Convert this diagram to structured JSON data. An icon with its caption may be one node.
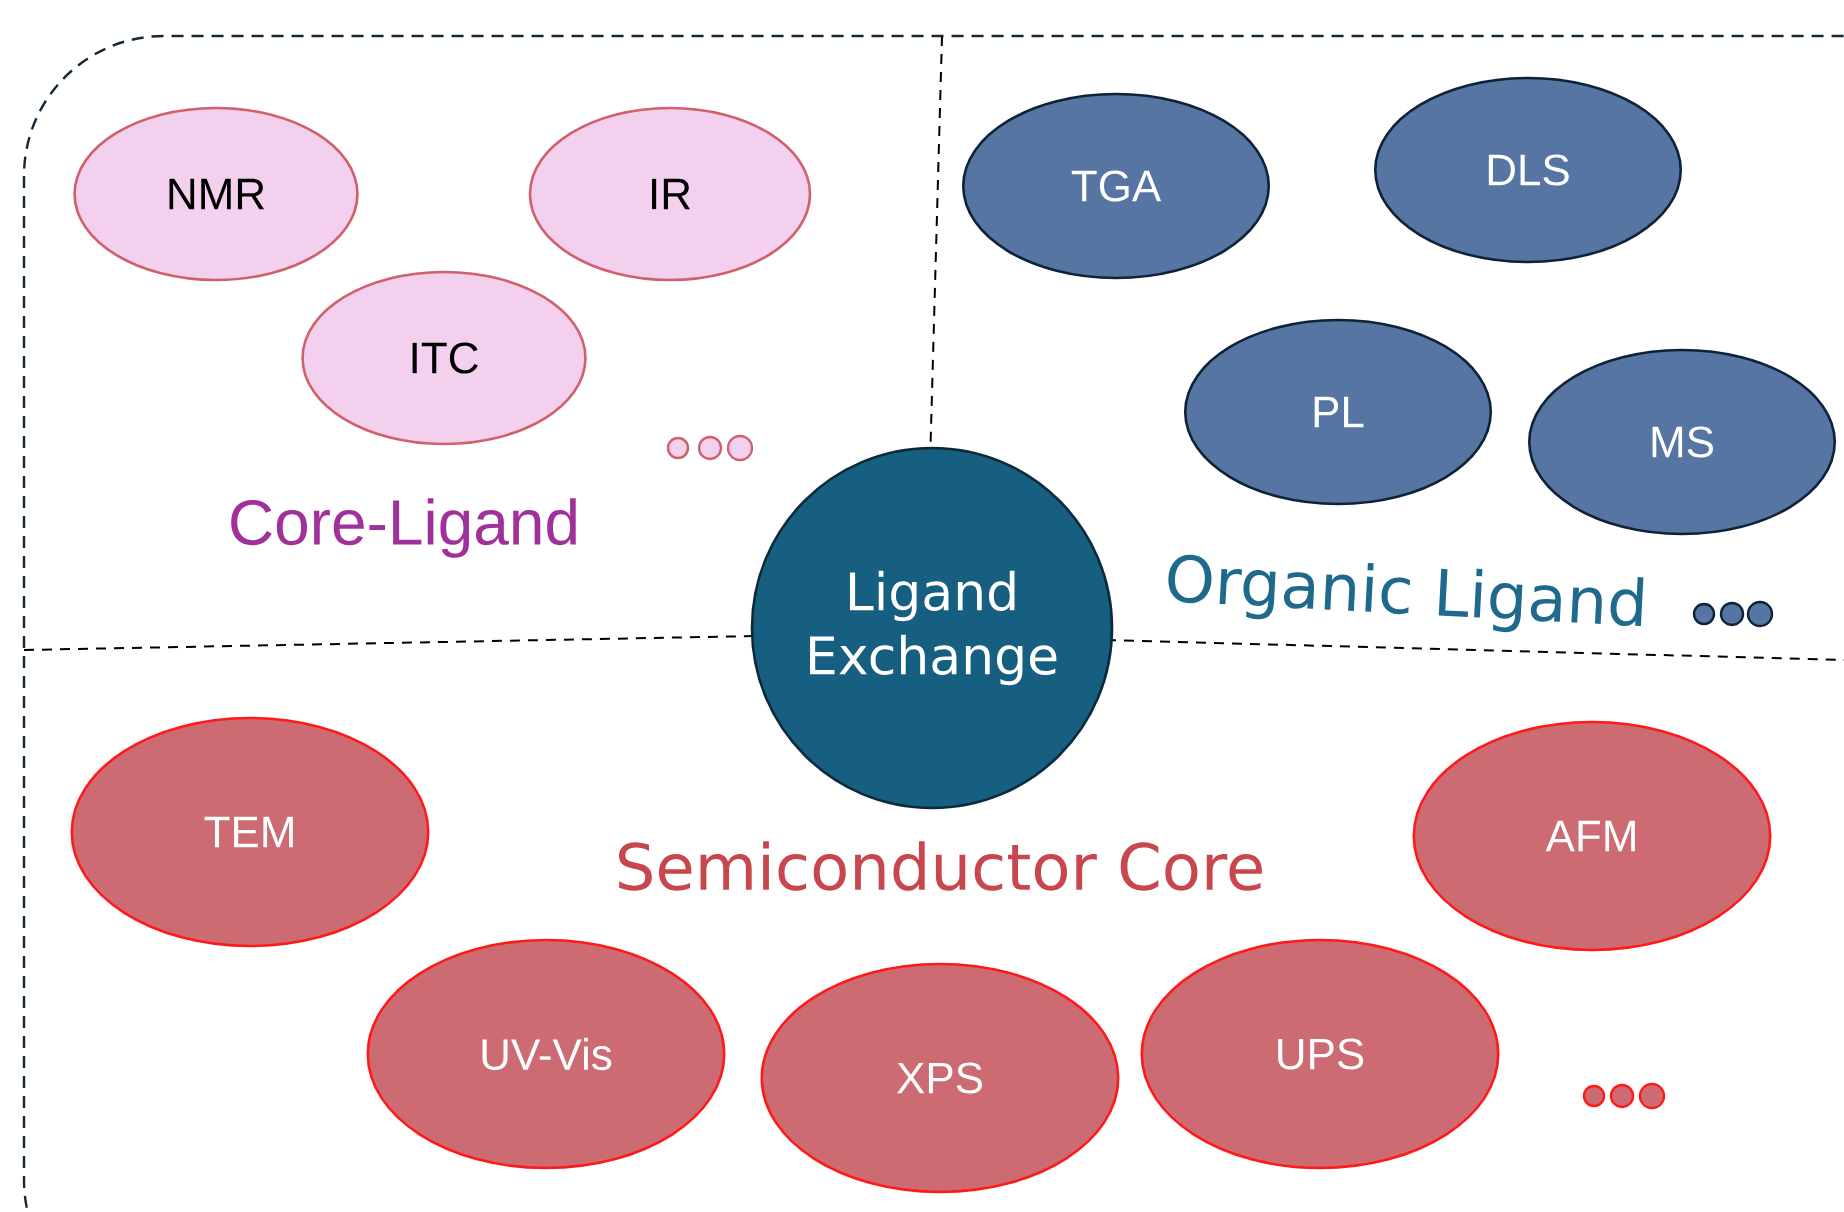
{
  "diagram": {
    "nodes": [
      {
        "text": [
          "NMR"
        ]
      },
      {
        "text": [
          "IR"
        ]
      },
      {
        "text": [
          "ITC"
        ]
      },
      {
        "text": [
          "TGA"
        ]
      },
      {
        "text": [
          "DLS"
        ]
      },
      {
        "text": [
          "PL"
        ]
      },
      {
        "text": [
          "MS"
        ]
      },
      {
        "text": [
          "Ligand Exchange"
        ]
      },
      {
        "text": [
          "TEM"
        ]
      },
      {
        "text": [
          "AFM"
        ]
      },
      {
        "text": [
          "UV-Vis"
        ]
      },
      {
        "text": [
          "XPS"
        ]
      },
      {
        "text": [
          "UPS"
        ]
      }
    ],
    "labels": [
      "Core-Ligand",
      "Organic Ligand",
      "Semiconductor Core"
    ]
  }
}
